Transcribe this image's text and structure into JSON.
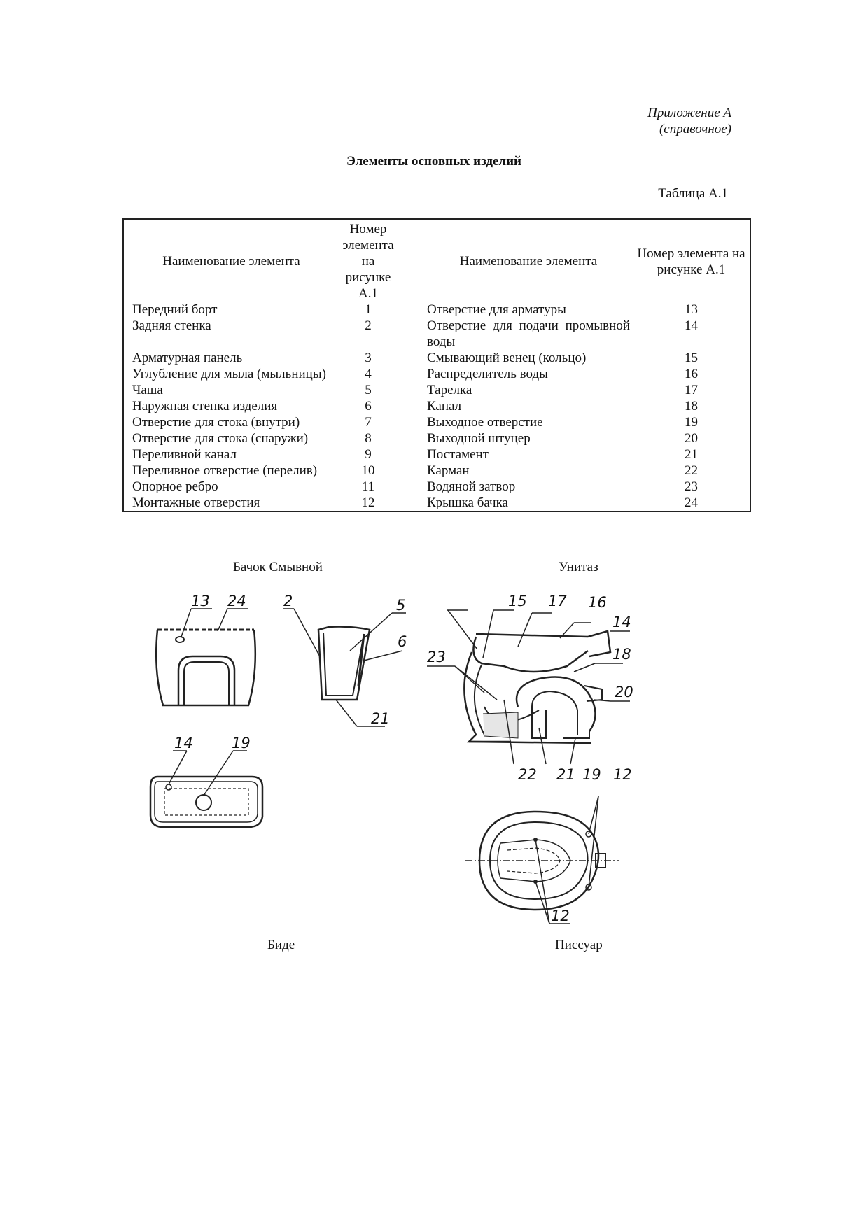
{
  "appendix": {
    "line1": "Приложение А",
    "line2": "(справочное)"
  },
  "title": "Элементы основных изделий",
  "table_label": "Таблица А.1",
  "table": {
    "headers": [
      "Наименование элемента",
      "Номер элемента на рисунке А.1",
      "Наименование элемента",
      "Номер элемента на рисунке А.1"
    ],
    "rows": [
      [
        "Передний борт",
        "1",
        "Отверстие для арматуры",
        "13"
      ],
      [
        "Задняя стенка",
        "2",
        "Отверстие для подачи промывной воды",
        "14"
      ],
      [
        "Арматурная панель",
        "3",
        "Смывающий венец (кольцо)",
        "15"
      ],
      [
        "Углубление для мыла (мыльницы)",
        "4",
        "Распределитель воды",
        "16"
      ],
      [
        "Чаша",
        "5",
        "Тарелка",
        "17"
      ],
      [
        "Наружная стенка изделия",
        "6",
        "Канал",
        "18"
      ],
      [
        "Отверстие для стока (внутри)",
        "7",
        "Выходное отверстие",
        "19"
      ],
      [
        "Отверстие для стока (снаружи)",
        "8",
        "Выходной штуцер",
        "20"
      ],
      [
        "Переливной канал",
        "9",
        "Постамент",
        "21"
      ],
      [
        "Переливное отверстие (перелив)",
        "10",
        "Карман",
        "22"
      ],
      [
        "Опорное ребро",
        "11",
        "Водяной затвор",
        "23"
      ],
      [
        "Монтажные отверстия",
        "12",
        "Крышка бачка",
        "24"
      ]
    ]
  },
  "captions": {
    "cistern": "Бачок Смывной",
    "toilet": "Унитаз",
    "bidet": "Биде",
    "urinal": "Писсуар"
  },
  "figure_labels": {
    "cistern_front": [
      "13",
      "24"
    ],
    "cistern_side": [
      "2",
      "5",
      "6",
      "21"
    ],
    "cistern_top": [
      "14",
      "19"
    ],
    "toilet": [
      "15",
      "17",
      "16",
      "14",
      "23",
      "18",
      "20",
      "22",
      "21",
      "19",
      "12"
    ],
    "urinal": [
      "12"
    ]
  }
}
